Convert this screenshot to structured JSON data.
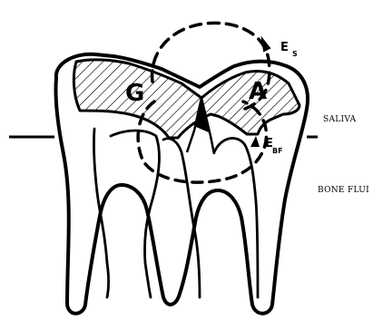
{
  "labels": {
    "left_region": "G",
    "right_region": "A",
    "flux_top_main": "E",
    "flux_top_sub": "S",
    "flux_bottom_main": "E",
    "flux_bottom_sub": "BF",
    "saliva": "SALIVA",
    "bone_fluid": "BONE FLUI"
  }
}
